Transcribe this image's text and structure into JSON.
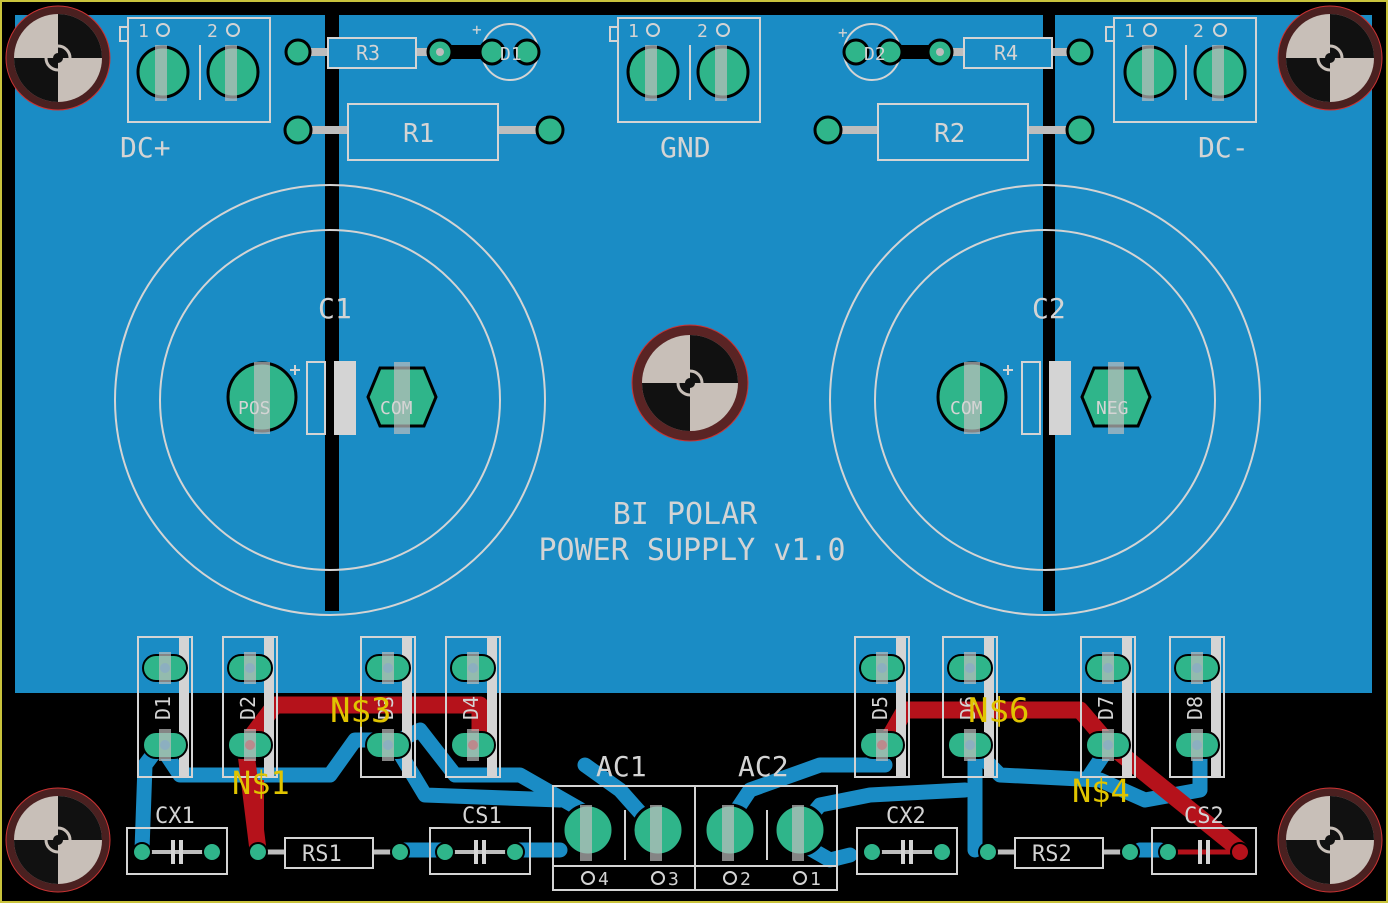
{
  "board": {
    "title_line1": "BI POLAR",
    "title_line2": "POWER SUPPLY v1.0"
  },
  "connectors": {
    "dc_pos": {
      "label": "DC+",
      "pin1": "1",
      "pin2": "2"
    },
    "gnd": {
      "label": "GND",
      "pin1": "1",
      "pin2": "2"
    },
    "dc_neg": {
      "label": "DC-",
      "pin1": "1",
      "pin2": "2"
    },
    "ac": {
      "label_left": "AC1",
      "label_right": "AC2",
      "pin4": "4",
      "pin3": "3",
      "pin2": "2",
      "pin1": "1"
    }
  },
  "resistors": {
    "r1": "R1",
    "r2": "R2",
    "r3": "R3",
    "r4": "R4",
    "rs1": "RS1",
    "rs2": "RS2"
  },
  "leds": {
    "d1": "D1",
    "d2": "D2"
  },
  "capacitors": {
    "c1": {
      "label": "C1",
      "pad_pos": "POS",
      "pad_com": "COM"
    },
    "c2": {
      "label": "C2",
      "pad_com": "COM",
      "pad_neg": "NEG"
    },
    "cx1": "CX1",
    "cs1": "CS1",
    "cx2": "CX2",
    "cs2": "CS2"
  },
  "diodes": [
    "D1",
    "D2",
    "D3",
    "D4",
    "D5",
    "D6",
    "D7",
    "D8"
  ],
  "nets": {
    "n1": "N$1",
    "n3": "N$3",
    "n4": "N$4",
    "n6": "N$6"
  },
  "colors": {
    "board_bg": "#000000",
    "copper_pour": "#1a8cc5",
    "top_trace": "#b5121b",
    "silkscreen": "#d4d4d4",
    "pad": "#2fb58a",
    "net_label": "#e0c400",
    "hole": "#c8bfb8"
  }
}
